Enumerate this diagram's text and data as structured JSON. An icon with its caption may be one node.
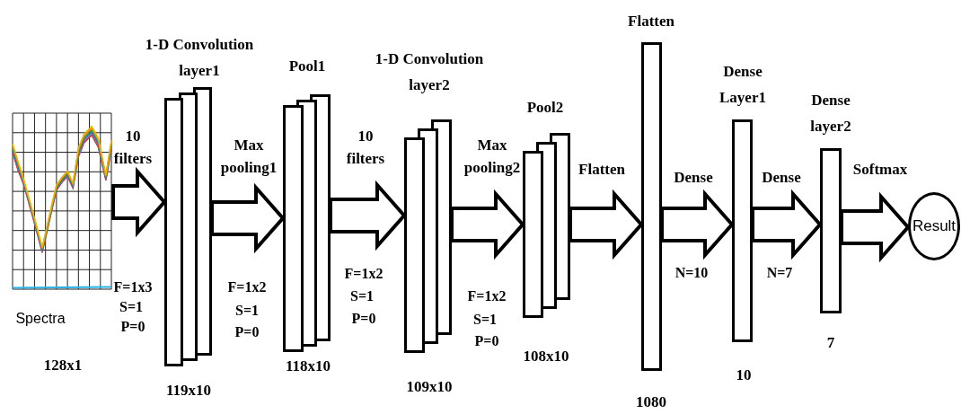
{
  "diagram": {
    "nodes": [
      {
        "text": [],
        "shape": "picture",
        "beside": [
          "Spectra",
          "128x1"
        ]
      },
      {
        "text": [
          "1-D Convolution layer1"
        ],
        "beside": [
          "119x10"
        ]
      },
      {
        "text": [
          "Pool1"
        ],
        "beside": [
          "118x10"
        ]
      },
      {
        "text": [
          "1-D Convolution layer2"
        ],
        "beside": [
          "109x10"
        ]
      },
      {
        "text": [
          "Pool2"
        ],
        "beside": [
          "108x10"
        ]
      },
      {
        "text": [
          "Flatten"
        ],
        "beside": [
          "1080"
        ]
      },
      {
        "text": [
          "Dense Layer1"
        ],
        "beside": [
          "10"
        ]
      },
      {
        "text": [
          "Dense layer2"
        ],
        "beside": [
          "7"
        ]
      },
      {
        "text": [
          "Result"
        ]
      }
    ],
    "edges": [
      {
        "from": 0,
        "to": 1,
        "arrow": "to",
        "label": "10 filters"
      },
      {
        "from": 1,
        "to": 2,
        "arrow": "to",
        "label": "Max pooling1"
      },
      {
        "from": 2,
        "to": 3,
        "arrow": "to",
        "label": "10 filters"
      },
      {
        "from": 3,
        "to": 4,
        "arrow": "to",
        "label": "Max pooling2"
      },
      {
        "from": 4,
        "to": 5,
        "arrow": "to",
        "label": "Flatten"
      },
      {
        "from": 5,
        "to": 6,
        "arrow": "to",
        "label": "Dense"
      },
      {
        "from": 6,
        "to": 7,
        "arrow": "to",
        "label": "Dense"
      },
      {
        "from": 7,
        "to": 8,
        "arrow": "to",
        "label": "Softmax"
      }
    ],
    "labels": [
      "F=1x3",
      "S=1",
      "P=0",
      "F=1x2",
      "S=1",
      "P=0",
      "F=1x2",
      "S=1",
      "P=0",
      "F=1x2",
      "S=1",
      "P=0",
      "N=10",
      "N=7"
    ]
  }
}
